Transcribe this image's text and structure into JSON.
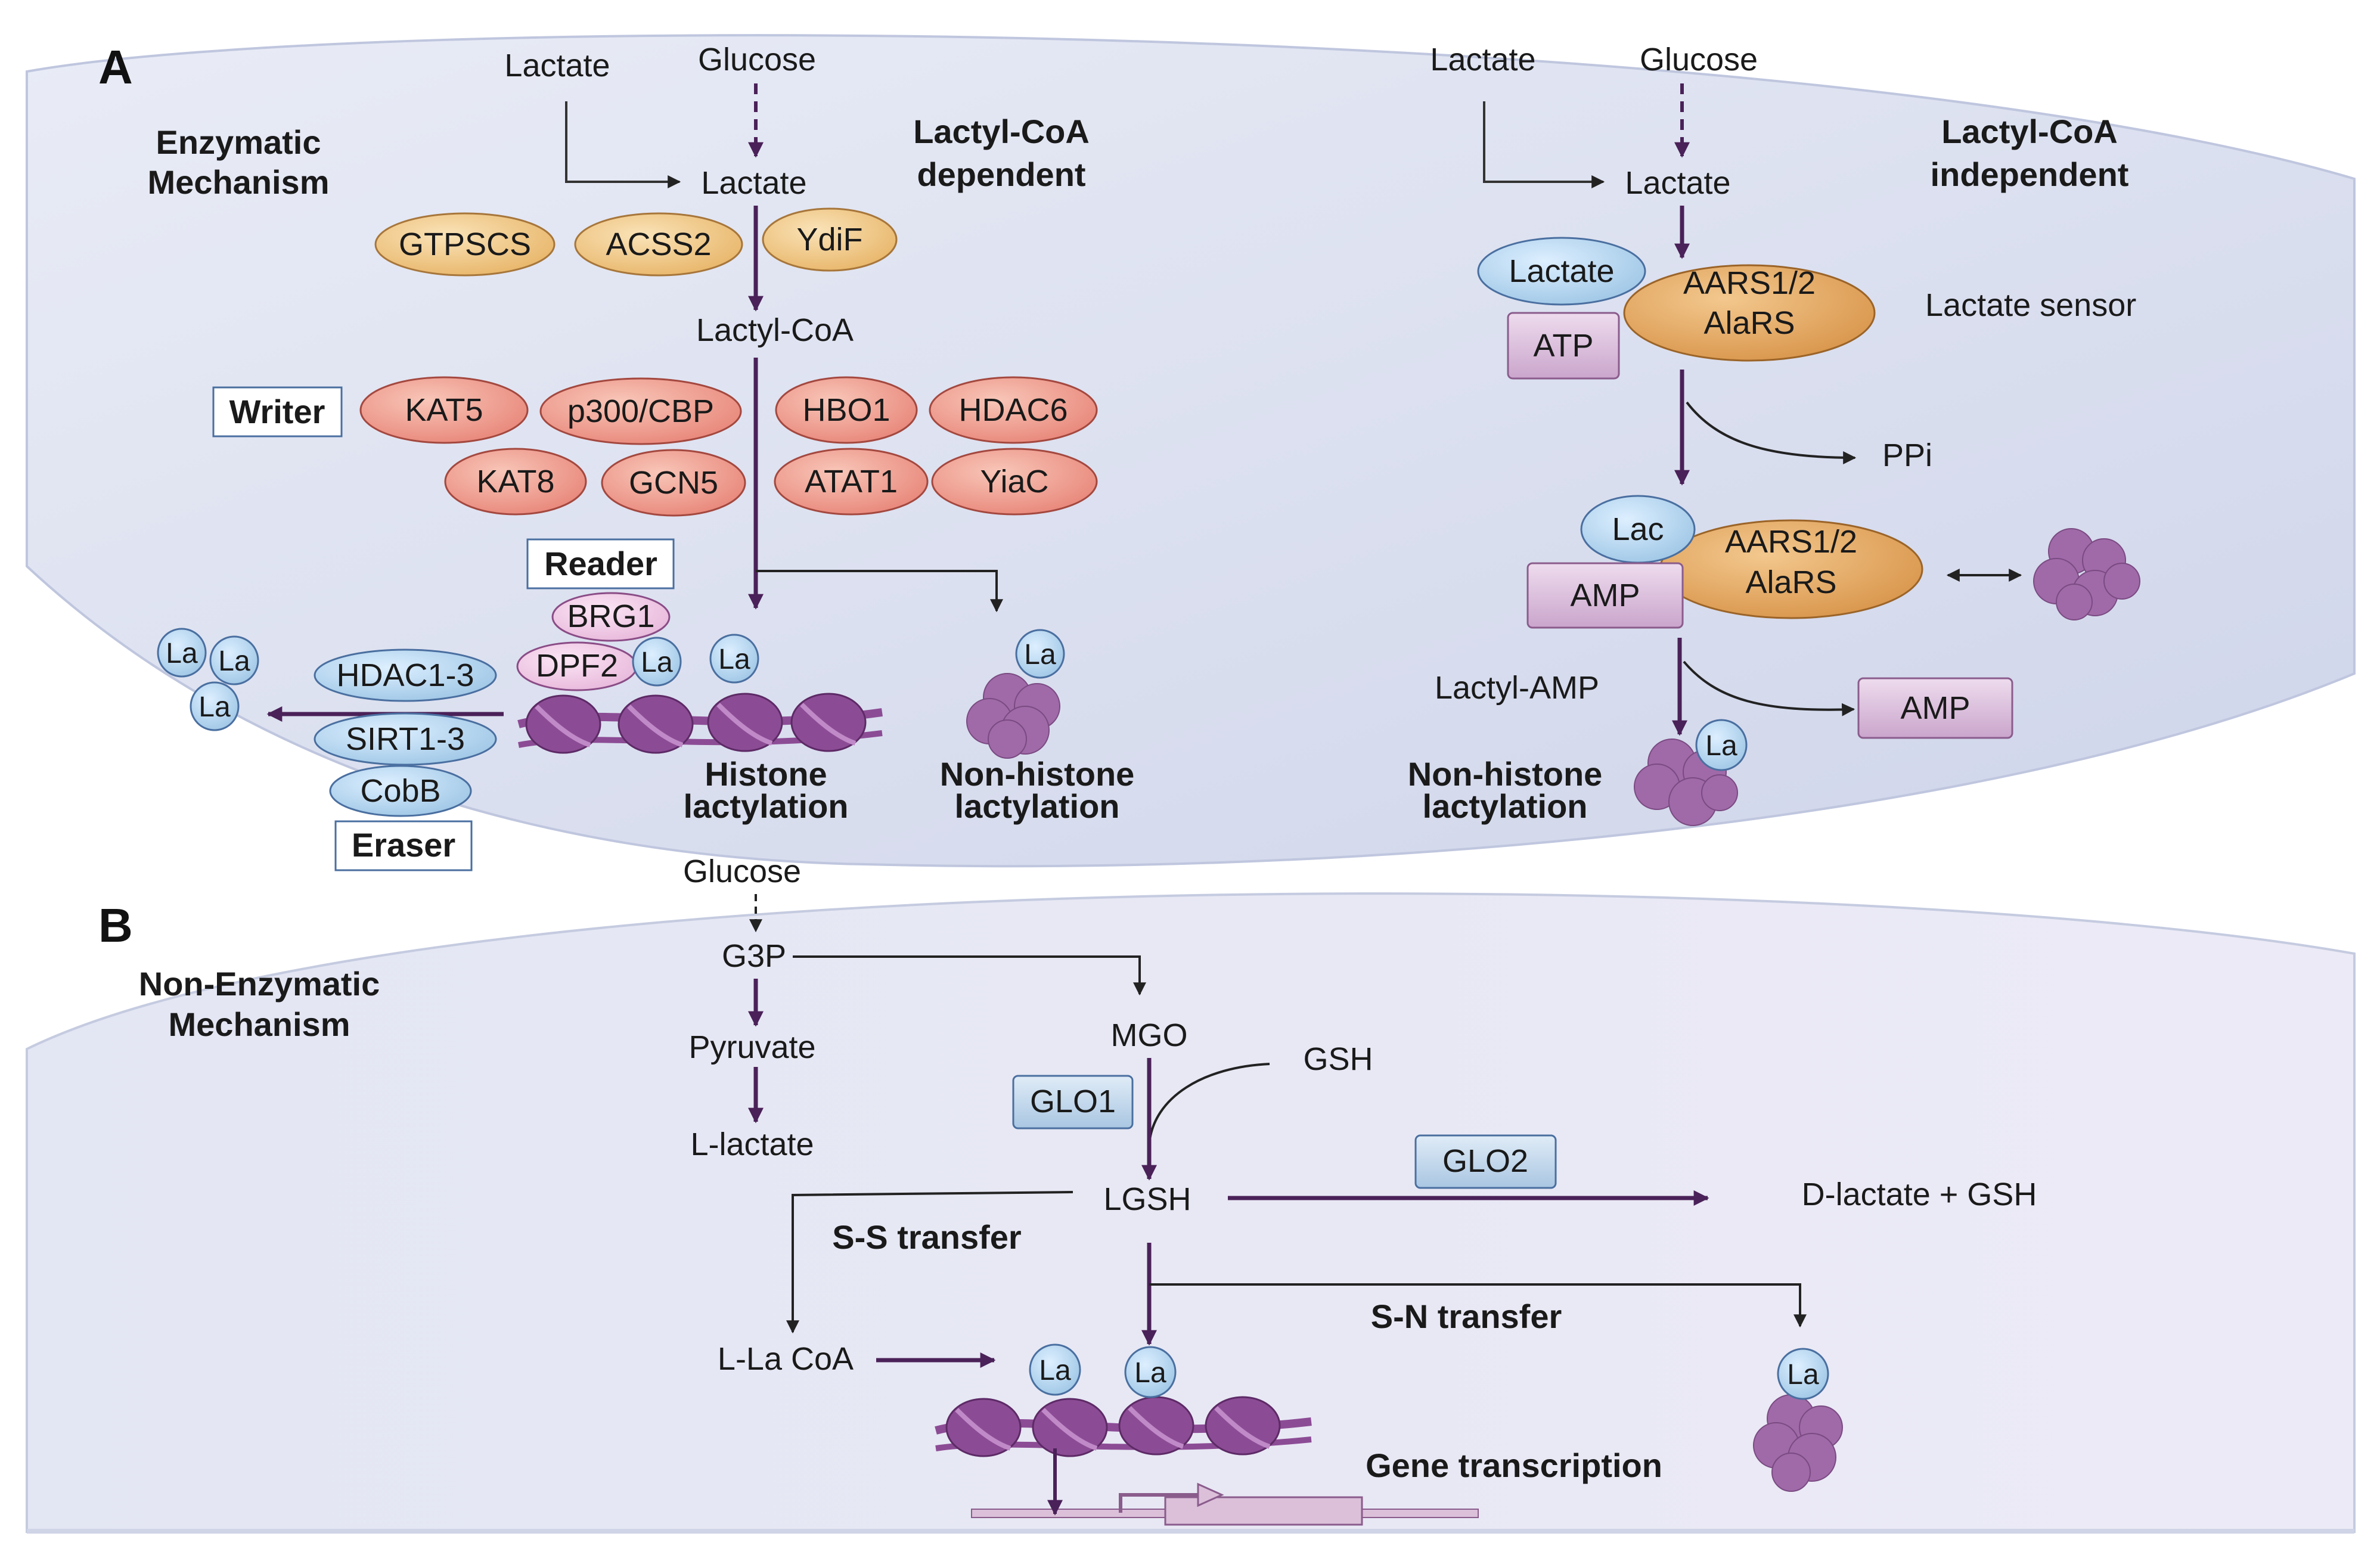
{
  "panel_a": {
    "letter": "A",
    "mechanism": [
      "Enzymatic",
      "Mechanism"
    ],
    "dependent": {
      "title": [
        "Lactyl-CoA",
        "dependent"
      ],
      "lactate_in": "Lactate",
      "glucose": "Glucose",
      "lactate": "Lactate",
      "synthetases": [
        "GTPSCS",
        "ACSS2",
        "YdiF"
      ],
      "lactyl_coa": "Lactyl-CoA",
      "writer_label": "Writer",
      "writers": [
        "KAT5",
        "p300/CBP",
        "HBO1",
        "HDAC6",
        "KAT8",
        "GCN5",
        "ATAT1",
        "YiaC"
      ],
      "reader_label": "Reader",
      "readers": [
        "BRG1",
        "DPF2"
      ],
      "erasers": [
        "HDAC1-3",
        "SIRT1-3",
        "CobB"
      ],
      "eraser_label": "Eraser",
      "la": "La",
      "histone": [
        "Histone",
        "lactylation"
      ],
      "nonhistone": [
        "Non-histone",
        "lactylation"
      ]
    },
    "independent": {
      "title": [
        "Lactyl-CoA",
        "independent"
      ],
      "lactate_in": "Lactate",
      "glucose": "Glucose",
      "lactate": "Lactate",
      "lactate_oval": "Lactate",
      "enzyme": [
        "AARS1/2",
        "AlaRS"
      ],
      "atp": "ATP",
      "sensor": "Lactate sensor",
      "ppi": "PPi",
      "lac": "Lac",
      "amp": "AMP",
      "lactyl_amp": "Lactyl-AMP",
      "amp_out": "AMP",
      "la": "La",
      "nonhistone": [
        "Non-histone",
        "lactylation"
      ]
    }
  },
  "panel_b": {
    "letter": "B",
    "mechanism": [
      "Non-Enzymatic",
      "Mechanism"
    ],
    "glucose": "Glucose",
    "g3p": "G3P",
    "pyruvate": "Pyruvate",
    "l_lactate": "L-lactate",
    "mgo": "MGO",
    "gsh": "GSH",
    "glo1": "GLO1",
    "lgsh": "LGSH",
    "glo2": "GLO2",
    "d_lactate": "D-lactate + GSH",
    "ss_transfer": "S-S transfer",
    "sn_transfer": "S-N transfer",
    "l_la_coa": "L-La CoA",
    "la": "La",
    "gene": "Gene transcription"
  },
  "colors": {
    "arrow": "#4a2158",
    "cell": "#dfe3f1",
    "writer": "#f0a090",
    "synthetase": "#f3cf90",
    "enzyme": "#e6ad64",
    "reader": "#f2cde6",
    "eraser": "#b8d8ee",
    "box_purple": "#ddbfdd",
    "glo": "#c3d7ea",
    "histone": "#8c4c95",
    "protein": "#a06aa8"
  }
}
